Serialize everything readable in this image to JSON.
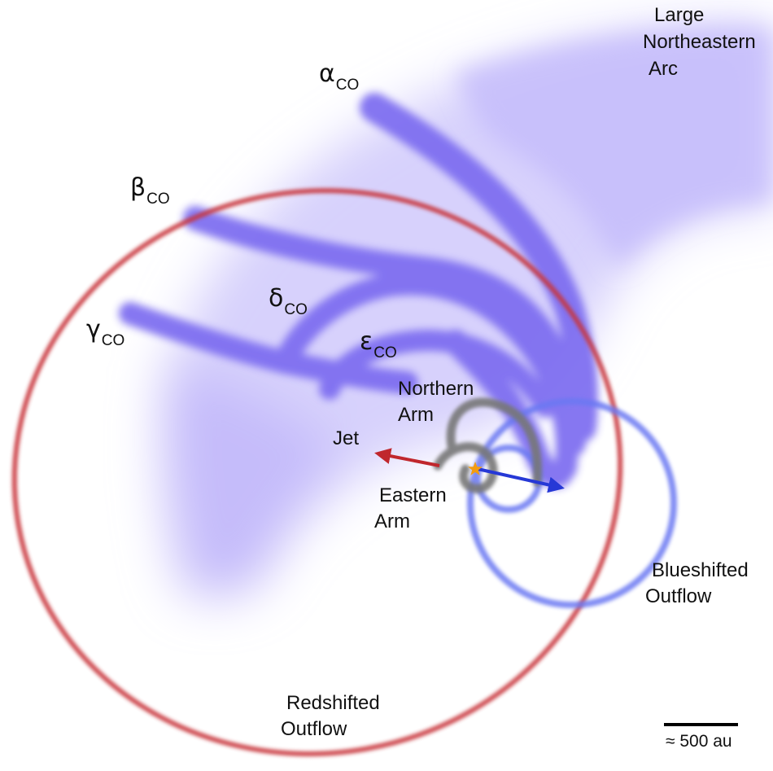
{
  "labels": {
    "large_arc": [
      "Large",
      "Northeastern",
      "Arc"
    ],
    "alpha": {
      "symbol": "α",
      "sub": "CO"
    },
    "beta": {
      "symbol": "β",
      "sub": "CO"
    },
    "gamma": {
      "symbol": "γ",
      "sub": "CO"
    },
    "delta": {
      "symbol": "δ",
      "sub": "CO"
    },
    "epsilon": {
      "symbol": "ε",
      "sub": "CO"
    },
    "northern_arm": [
      "Northern",
      "Arm"
    ],
    "jet": "Jet",
    "eastern_arm": [
      "Eastern",
      "Arm"
    ],
    "blueshifted": [
      "Blueshifted",
      "Outflow"
    ],
    "redshifted": [
      "Redshifted",
      "Outflow"
    ],
    "scale": "≈ 500 au"
  },
  "colors": {
    "streamer": "#7b6cf0",
    "haze": "#c9c2fb",
    "red_outflow": "#c8343a",
    "blue_outflow": "#6a78f2",
    "arms": "#777777",
    "jet_arrow": "#c0272d",
    "blue_arrow": "#2638d6",
    "star": "#f39c12"
  }
}
